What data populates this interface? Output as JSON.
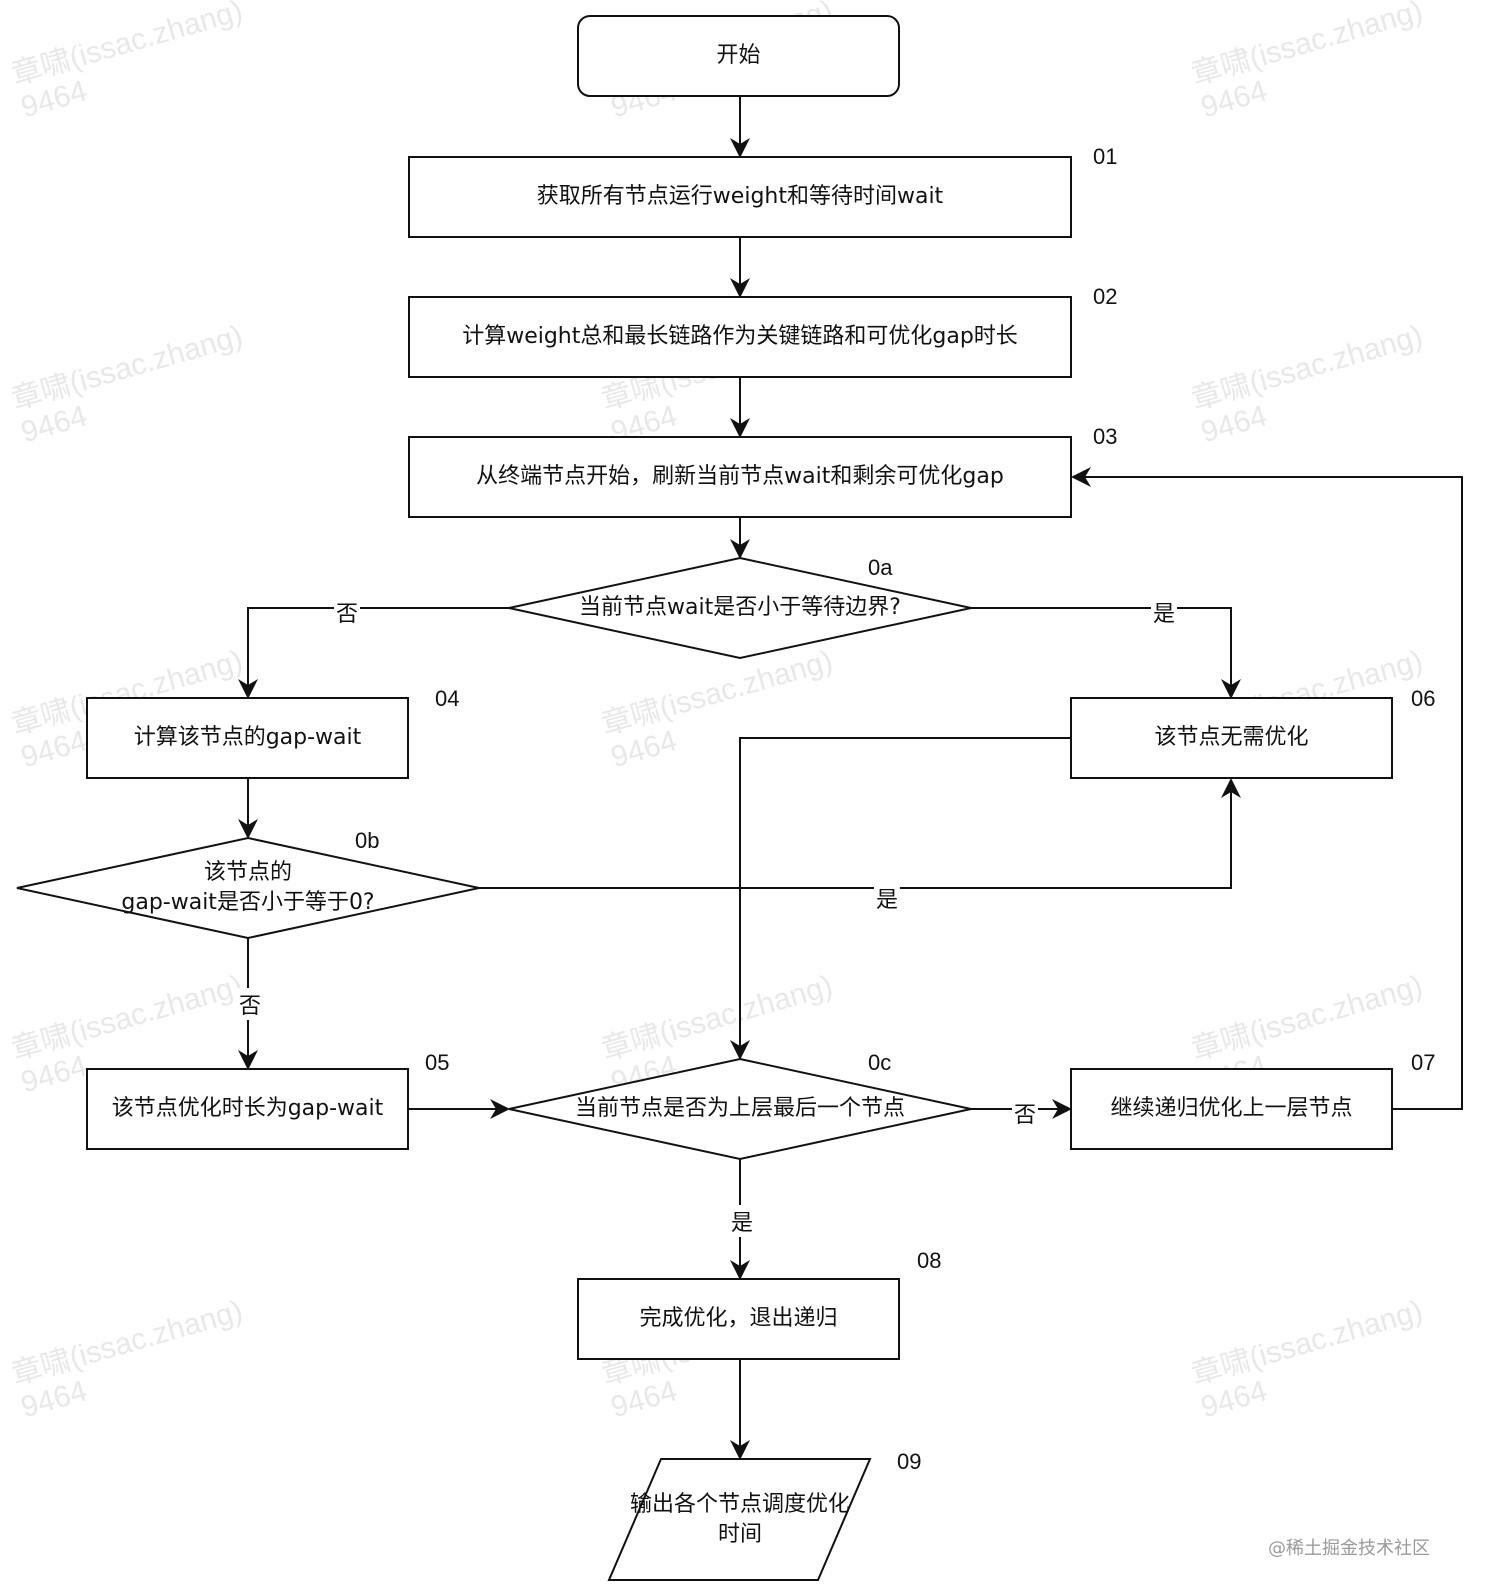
{
  "watermark": {
    "line1": "章啸(issac.zhang)",
    "line2": "9464"
  },
  "nodes": {
    "start": {
      "label": "开始"
    },
    "n01": {
      "label": "获取所有节点运行weight和等待时间wait",
      "num": "01"
    },
    "n02": {
      "label": "计算weight总和最长链路作为关键链路和可优化gap时长",
      "num": "02"
    },
    "n03": {
      "label": "从终端节点开始，刷新当前节点wait和剩余可优化gap",
      "num": "03"
    },
    "n0a": {
      "label": "当前节点wait是否小于等待边界?",
      "num": "0a"
    },
    "n04": {
      "label": "计算该节点的gap-wait",
      "num": "04"
    },
    "n06": {
      "label": "该节点无需优化",
      "num": "06"
    },
    "n0b": {
      "label_line1": "该节点的",
      "label_line2": "gap-wait是否小于等于0?",
      "num": "0b"
    },
    "n05": {
      "label": "该节点优化时长为gap-wait",
      "num": "05"
    },
    "n0c": {
      "label": "当前节点是否为上层最后一个节点",
      "num": "0c"
    },
    "n07": {
      "label": "继续递归优化上一层节点",
      "num": "07"
    },
    "n08": {
      "label": "完成优化，退出递归",
      "num": "08"
    },
    "n09": {
      "label_line1": "输出各个节点调度优化",
      "label_line2": "时间",
      "num": "09"
    }
  },
  "edges": {
    "a_no": "否",
    "a_yes": "是",
    "b_yes": "是",
    "b_no": "否",
    "c_no": "否",
    "c_yes": "是"
  },
  "credit": "@稀土掘金技术社区",
  "colors": {
    "stroke": "#111111",
    "watermark": "#e8e8e8"
  }
}
